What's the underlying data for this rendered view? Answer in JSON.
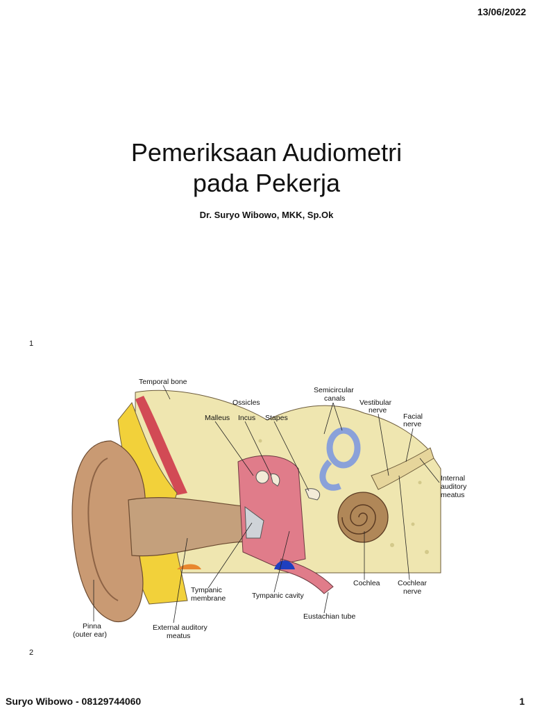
{
  "header": {
    "date": "13/06/2022"
  },
  "slide1": {
    "title_line1": "Pemeriksaan Audiometri",
    "title_line2": "pada Pekerja",
    "author": "Dr. Suryo Wibowo, MKK, Sp.Ok",
    "number": "1"
  },
  "slide2": {
    "number": "2",
    "labels": {
      "temporal_bone": "Temporal bone",
      "ossicles": "Ossicles",
      "malleus": "Malleus",
      "incus": "Incus",
      "stapes": "Stapes",
      "semicircular_1": "Semicircular",
      "semicircular_2": "canals",
      "vestibular_1": "Vestibular",
      "vestibular_2": "nerve",
      "facial_1": "Facial",
      "facial_2": "nerve",
      "internal_1": "Internal",
      "internal_2": "auditory",
      "internal_3": "meatus",
      "cochlea": "Cochlea",
      "cochlear_1": "Cochlear",
      "cochlear_2": "nerve",
      "tympanic_membrane_1": "Tympanic",
      "tympanic_membrane_2": "membrane",
      "tympanic_cavity": "Tympanic cavity",
      "eustachian": "Eustachian tube",
      "pinna_1": "Pinna",
      "pinna_2": "(outer ear)",
      "external_1": "External auditory",
      "external_2": "meatus"
    }
  },
  "footer": {
    "author_contact": "Suryo Wibowo - 08129744060",
    "page": "1"
  }
}
